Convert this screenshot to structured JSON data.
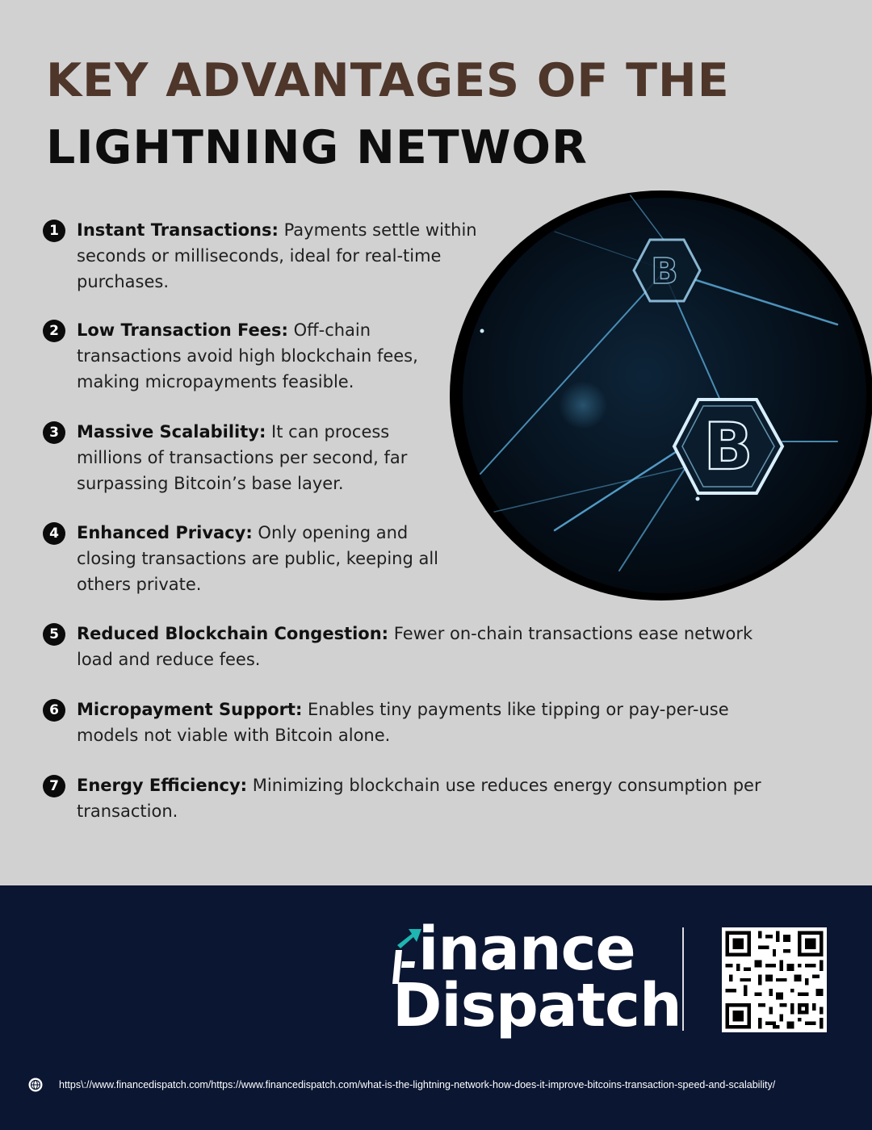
{
  "title": {
    "line1": "KEY ADVANTAGES OF THE",
    "line2": "LIGHTNING NETWOR"
  },
  "advantages": [
    {
      "number": "1",
      "label": "Instant Transactions:",
      "text": " Payments settle within seconds or milliseconds, ideal for real-time purchases."
    },
    {
      "number": "2",
      "label": "Low Transaction Fees:",
      "text": " Off-chain transactions avoid high blockchain fees, making micropayments feasible."
    },
    {
      "number": "3",
      "label": "Massive Scalability:",
      "text": " It can process millions of transactions per second, far surpassing Bitcoin’s base layer."
    },
    {
      "number": "4",
      "label": "Enhanced Privacy:",
      "text": " Only opening and closing transactions are public, keeping all others private."
    },
    {
      "number": "5",
      "label": "Reduced Blockchain Congestion:",
      "text": " Fewer on-chain transactions ease network load and reduce fees."
    },
    {
      "number": "6",
      "label": "Micropayment Support:",
      "text": " Enables tiny payments like tipping or pay-per-use models not viable with Bitcoin alone."
    },
    {
      "number": "7",
      "label": "Energy Efficiency:",
      "text": " Minimizing blockchain use reduces energy consumption per transaction."
    }
  ],
  "image": {
    "icon": "bitcoin-network-icon",
    "symbol_large": "B",
    "symbol_small": "B"
  },
  "footer": {
    "logo_line1": "inance",
    "logo_line2": "Dispatch",
    "logo_icon": "finance-dispatch-f-arrow-icon",
    "qr_icon": "qr-code-icon",
    "globe_icon": "globe-icon",
    "url": "https\\://www.financedispatch.com/https://www.financedispatch.com/what-is-the-lightning-network-how-does-it-improve-bitcoins-transaction-speed-and-scalability/"
  },
  "colors": {
    "background": "#d2d1d2",
    "title_brown": "#4e362a",
    "title_black": "#0d0d0d",
    "footer_navy": "#0b1632",
    "logo_teal": "#1fb5b0"
  }
}
